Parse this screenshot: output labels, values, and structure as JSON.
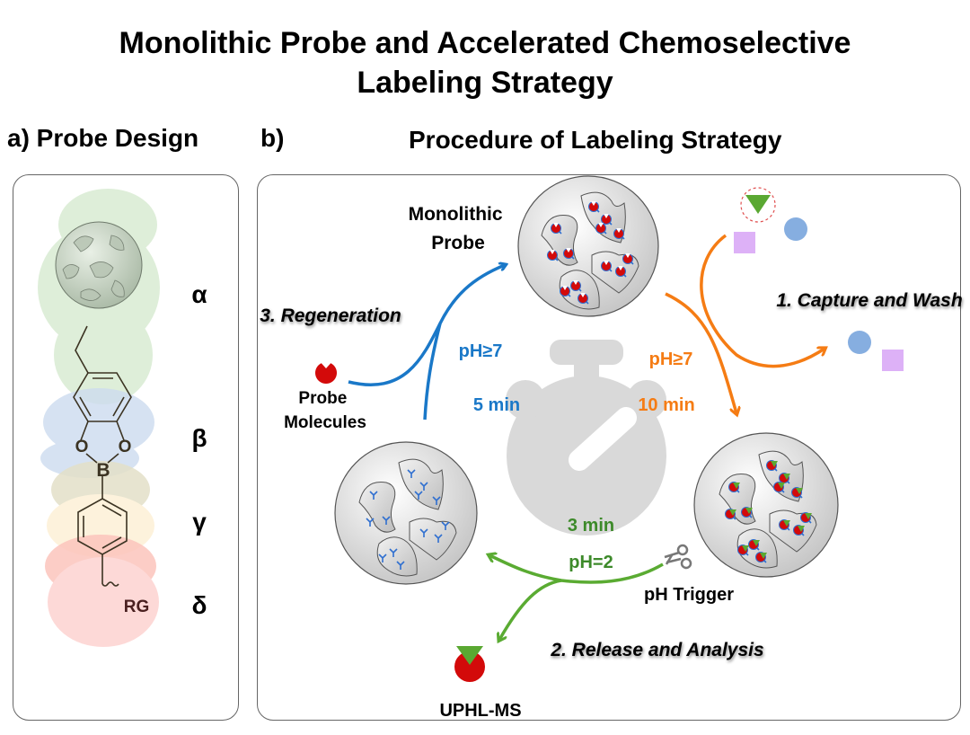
{
  "title": {
    "line1": "Monolithic Probe and Accelerated Chemoselective",
    "line2": "Labeling Strategy"
  },
  "panel_a": {
    "label": "a) Probe Design",
    "regions": [
      {
        "greek": "α",
        "color": "#d5ead0"
      },
      {
        "greek": "β",
        "color": "#cfdcef"
      },
      {
        "greek": "γ",
        "color": "#fdf0d4"
      },
      {
        "greek": "δ",
        "color": "#fcc9c6"
      }
    ],
    "atoms": {
      "o1": "O",
      "o2": "O",
      "b": "B",
      "rg": "RG"
    }
  },
  "panel_b": {
    "label": "b)",
    "heading": "Procedure of Labeling Strategy",
    "monolithic_probe": "Monolithic\nProbe",
    "monolithic_probe_lines": [
      "Monolithic",
      "Probe"
    ],
    "probe_molecules_lines": [
      "Probe",
      "Molecules"
    ],
    "steps": {
      "capture": "1. Capture and Wash",
      "release": "2. Release and Analysis",
      "regeneration": "3. Regeneration"
    },
    "conditions": {
      "regeneration_ph": "pH≥7",
      "regeneration_time": "5 min",
      "capture_ph": "pH≥7",
      "capture_time": "10 min",
      "release_time": "3 min",
      "release_ph": "pH=2"
    },
    "ph_trigger": "pH Trigger",
    "detection": "UPHL-MS",
    "colors": {
      "regeneration": "#1a78c8",
      "capture": "#f57c14",
      "release": "#5aab32",
      "release_text": "#3d8a2a",
      "probe_red": "#d30a0a",
      "target_green": "#5aa832",
      "impurity_blue": "#86aee0",
      "impurity_purple": "#ddb1f7",
      "stopwatch": "#d9d9d9"
    }
  }
}
